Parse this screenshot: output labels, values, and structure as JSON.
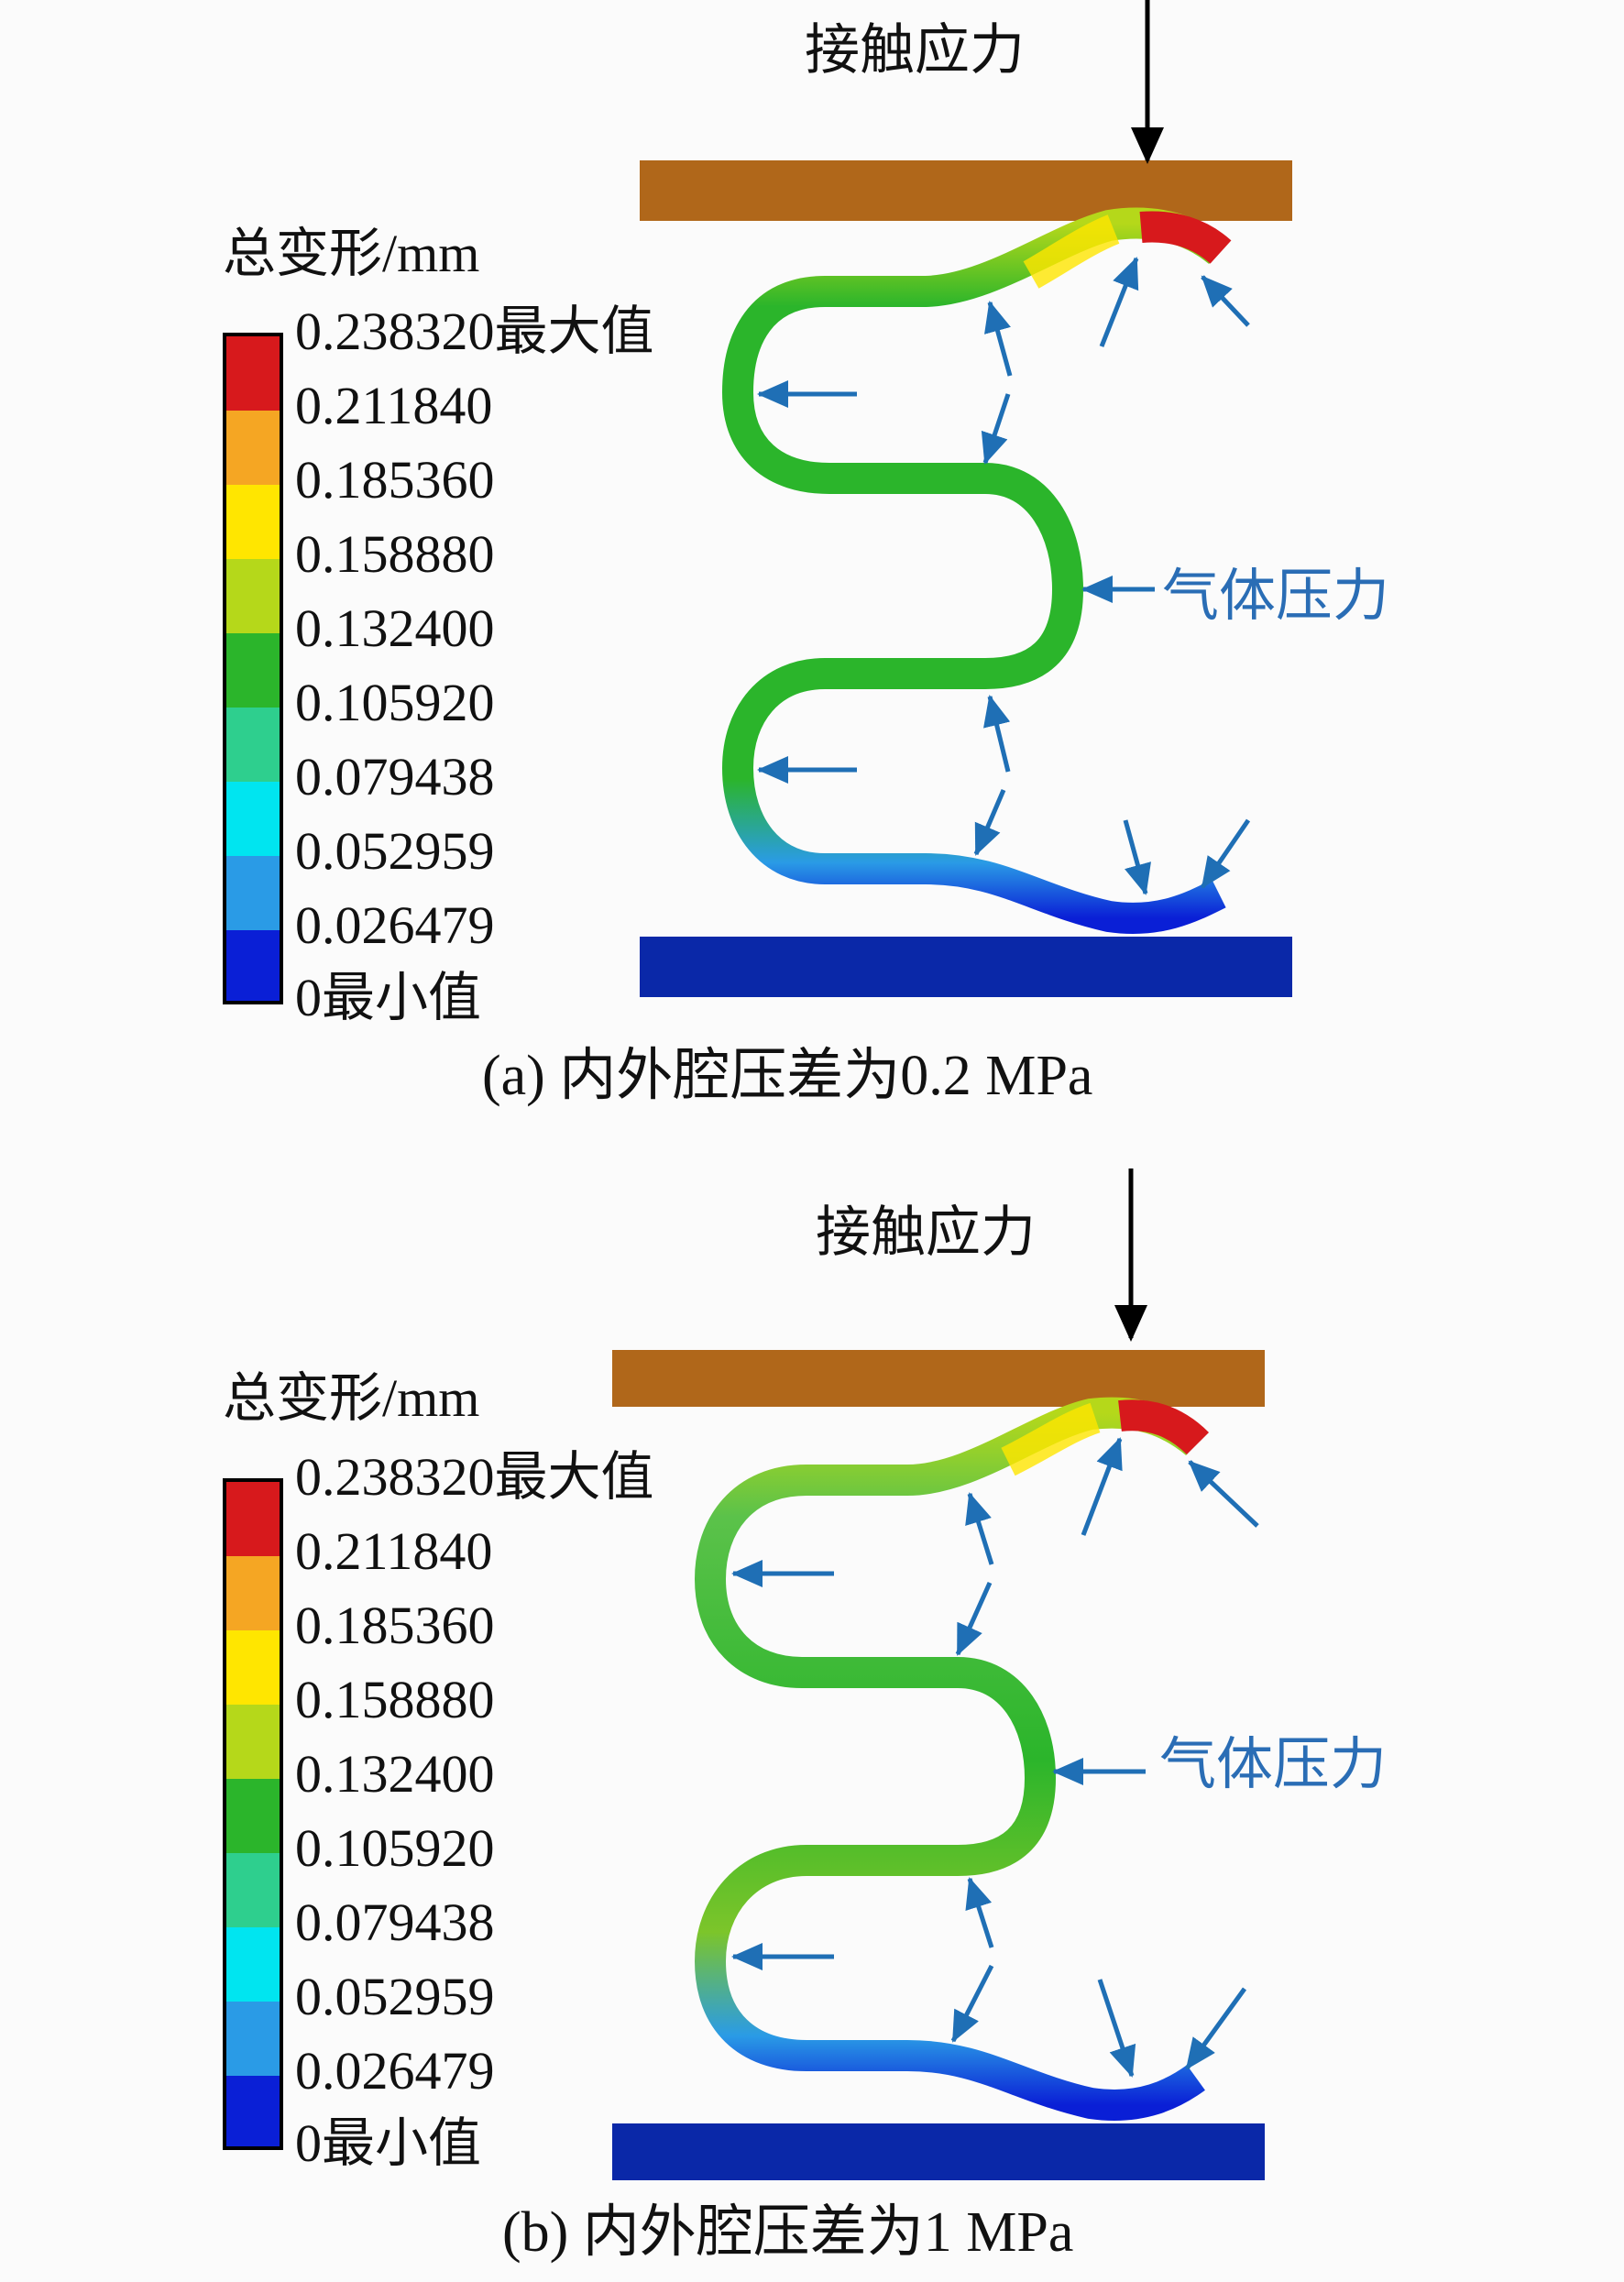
{
  "panels": [
    {
      "contact_label": "接触应力",
      "gas_label": "气体压力",
      "legend": {
        "title": "总变形/mm",
        "ticks": [
          "0.238320最大值",
          "0.211840",
          "0.185360",
          "0.158880",
          "0.132400",
          "0.105920",
          "0.079438",
          "0.052959",
          "0.026479",
          "0最小值"
        ]
      },
      "caption": "(a) 内外腔压差为0.2 MPa"
    },
    {
      "contact_label": "接触应力",
      "gas_label": "气体压力",
      "legend": {
        "title": "总变形/mm",
        "ticks": [
          "0.238320最大值",
          "0.211840",
          "0.185360",
          "0.158880",
          "0.132400",
          "0.105920",
          "0.079438",
          "0.052959",
          "0.026479",
          "0最小值"
        ]
      },
      "caption": "(b) 内外腔压差为1 MPa"
    }
  ],
  "colors": {
    "legend_bands": [
      "#d7191c",
      "#f5a623",
      "#ffe600",
      "#b5d81a",
      "#2bb52b",
      "#2ecf8e",
      "#00e5f0",
      "#2a9be6",
      "#0a1fd6"
    ],
    "top_plate": "#b0671a",
    "bottom_plate": "#0a28a8",
    "pressure_arrow": "#1f6fb5",
    "contact_arrow": "#000000"
  }
}
